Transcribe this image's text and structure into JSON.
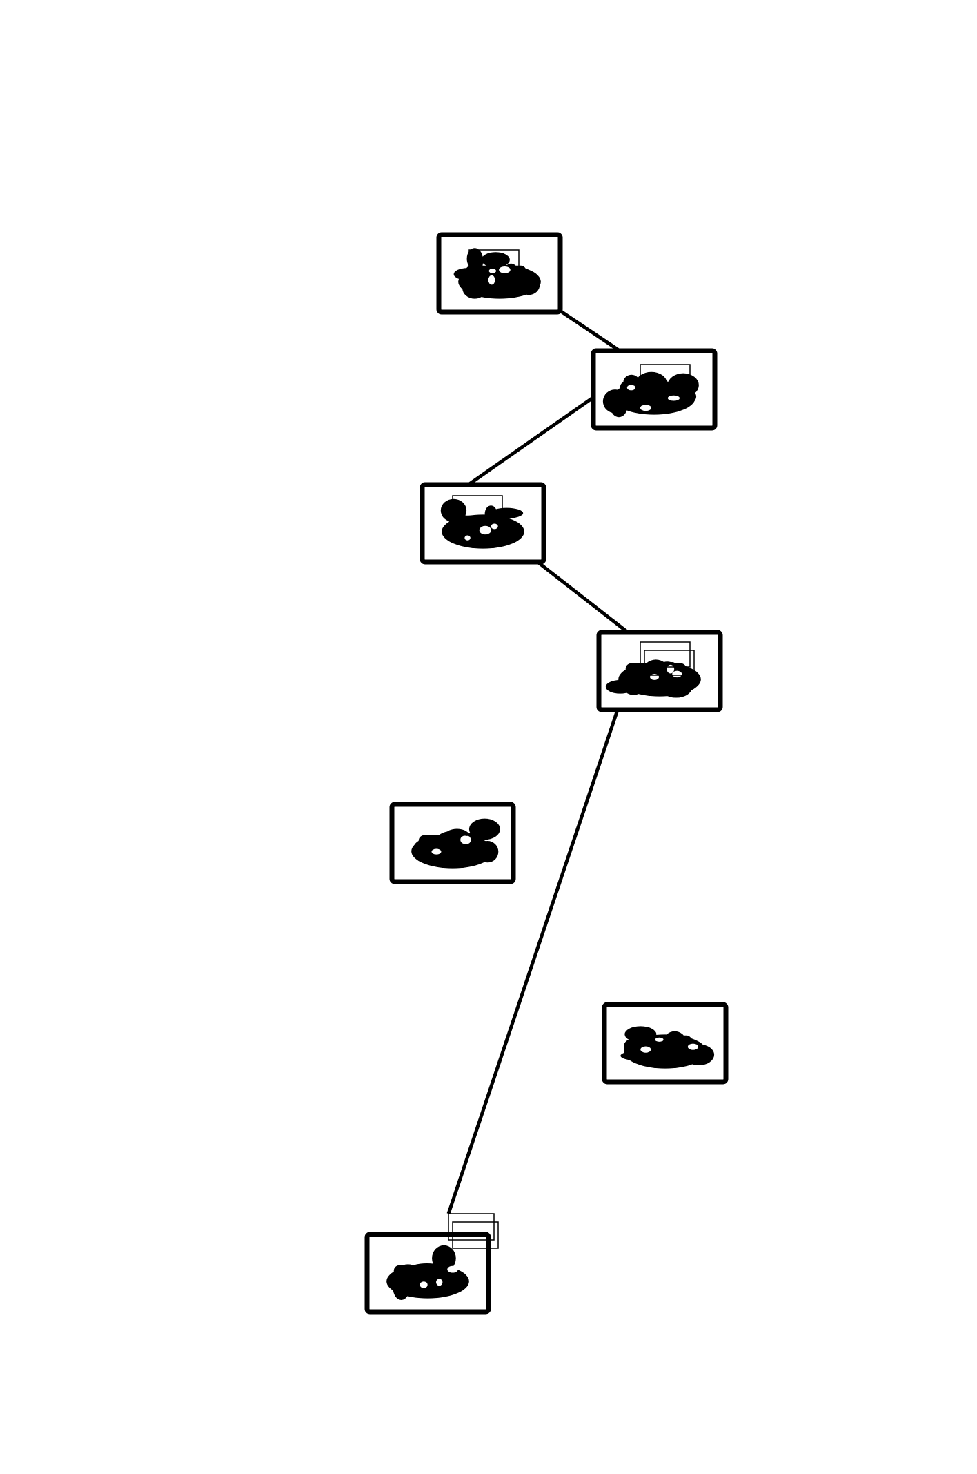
{
  "diagram": {
    "type": "linked-node-path",
    "background_color": "#ffffff",
    "ink_color": "#000000",
    "node_count": 7,
    "path_sequence": [
      "node-1",
      "node-2",
      "node-3",
      "node-4",
      "node-7"
    ],
    "unlinked_nodes": [
      "node-5",
      "node-6"
    ],
    "nodes": [
      {
        "id": "node-1",
        "icon": "blob-silhouette-icon",
        "linked": true
      },
      {
        "id": "node-2",
        "icon": "blob-silhouette-icon",
        "linked": true
      },
      {
        "id": "node-3",
        "icon": "blob-silhouette-icon",
        "linked": true
      },
      {
        "id": "node-4",
        "icon": "blob-silhouette-icon",
        "linked": true
      },
      {
        "id": "node-5",
        "icon": "blob-silhouette-icon",
        "linked": false
      },
      {
        "id": "node-6",
        "icon": "blob-silhouette-icon",
        "linked": false
      },
      {
        "id": "node-7",
        "icon": "blob-silhouette-icon",
        "linked": true
      }
    ]
  }
}
